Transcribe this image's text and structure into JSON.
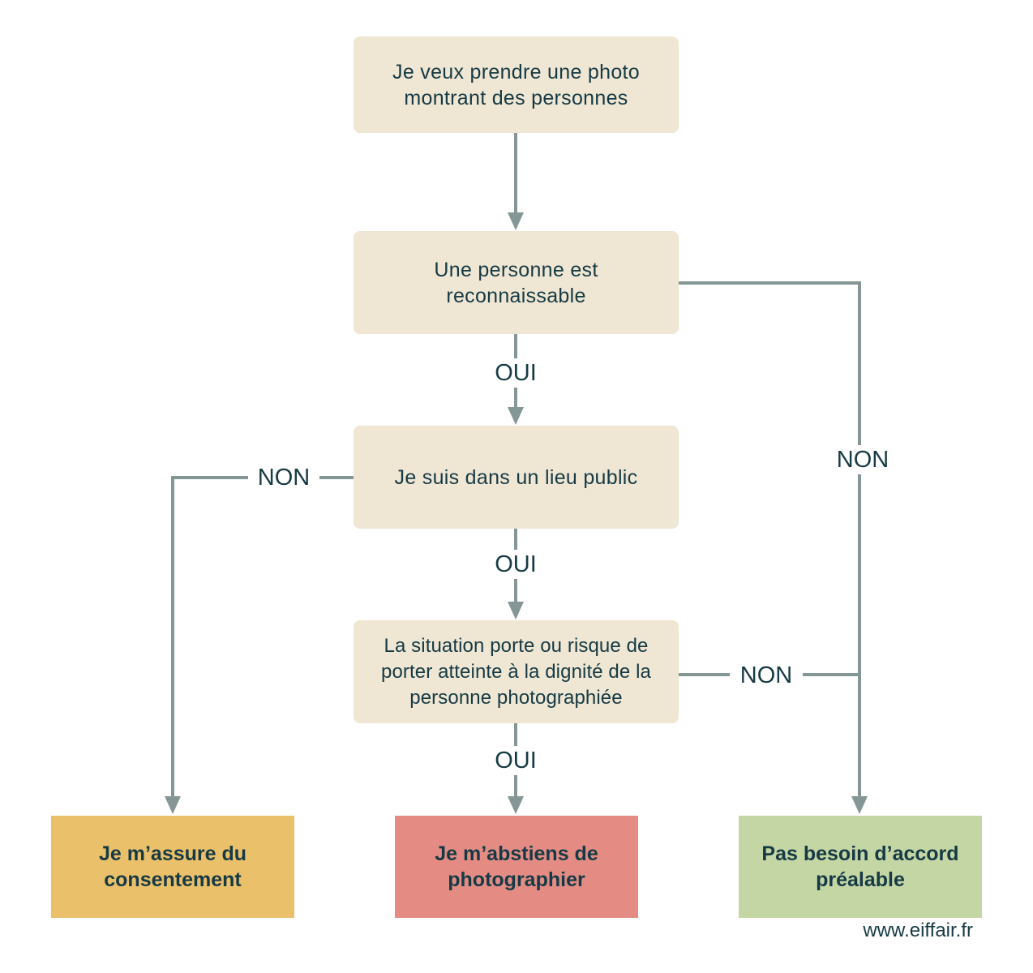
{
  "colors": {
    "question_fill": "#efe6d3",
    "connector": "#859696",
    "text": "#163a45",
    "consent_fill": "#ebc06a",
    "abstain_fill": "#e48c84",
    "no_consent_fill": "#c4d6a4"
  },
  "nodes": {
    "start": "Je veux prendre une photo\nmontrant des personnes",
    "recognizable": "Une personne est\nreconnaissable",
    "public_place": "Je suis dans un lieu public",
    "dignity": "La situation porte ou risque de\nporter atteinte à la dignité de la\npersonne photographiée"
  },
  "outcomes": {
    "consent": "Je m’assure du\nconsentement",
    "abstain": "Je m’abstiens de\nphotographier",
    "no_consent_needed": "Pas besoin d’accord\npréalable"
  },
  "edge_labels": {
    "recognizable_yes": "OUI",
    "recognizable_no": "NON",
    "public_yes": "OUI",
    "public_no": "NON",
    "dignity_yes": "OUI",
    "dignity_no": "NON"
  },
  "footer": "www.eiffair.fr"
}
